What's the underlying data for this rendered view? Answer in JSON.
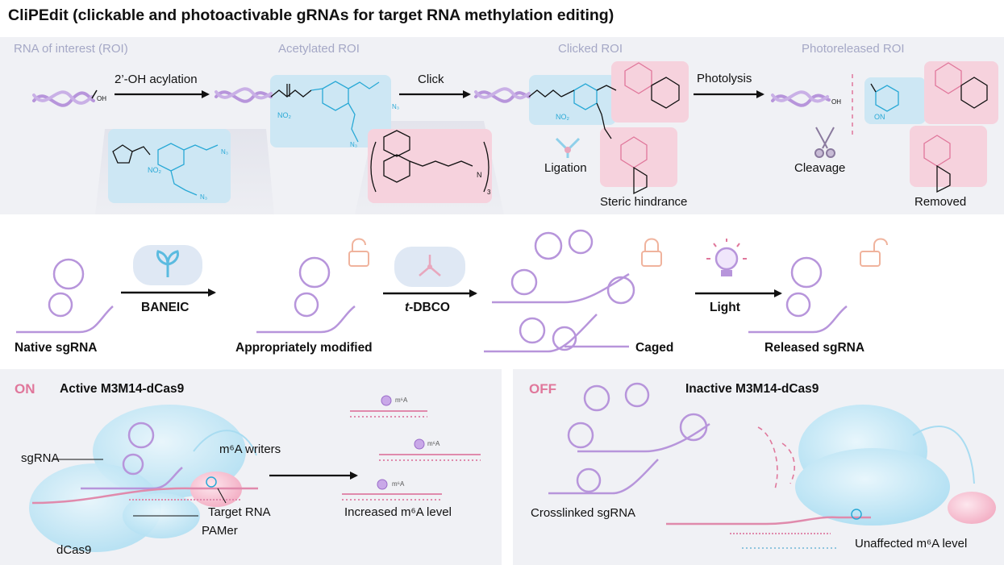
{
  "title": "CliPEdit (clickable and photoactivable gRNAs for target RNA methylation editing)",
  "top_panel": {
    "stages": [
      "RNA of interest (ROI)",
      "Acetylated ROI",
      "Clicked ROI",
      "Photoreleased ROI"
    ],
    "steps": [
      "2’-OH acylation",
      "Click",
      "Photolysis"
    ],
    "notes": {
      "ligation": "Ligation",
      "steric": "Steric hindrance",
      "cleavage": "Cleavage",
      "removed": "Removed"
    }
  },
  "middle_panel": {
    "native": "Native sgRNA",
    "reagent1": "BANEIC",
    "modified": "Appropriately modified",
    "reagent2_prefix": "t",
    "reagent2_suffix": "-DBCO",
    "caged": "Caged",
    "light": "Light",
    "released": "Released sgRNA"
  },
  "on_panel": {
    "state": "ON",
    "heading": "Active M3M14-dCas9",
    "sgrna": "sgRNA",
    "writers": "m⁶A writers",
    "target": "Target RNA",
    "pamer": "PAMer",
    "dcas9": "dCas9",
    "mark": "m⁶A",
    "result": "Increased m⁶A level"
  },
  "off_panel": {
    "state": "OFF",
    "heading": "Inactive M3M14-dCas9",
    "crosslinked": "Crosslinked sgRNA",
    "result": "Unaffected m⁶A level"
  },
  "chem_labels": {
    "oh": "OH",
    "no2": "NO₂",
    "on": "ON",
    "n3": "N₃",
    "n": "N",
    "sub3": "3"
  },
  "colors": {
    "rna": "#b795db",
    "cyan": "#29a9d6",
    "pink_bg": "#f6d2dd",
    "blue_bg": "#cde7f4",
    "pink": "#e0779b",
    "stage_label": "#a5a8c6"
  }
}
